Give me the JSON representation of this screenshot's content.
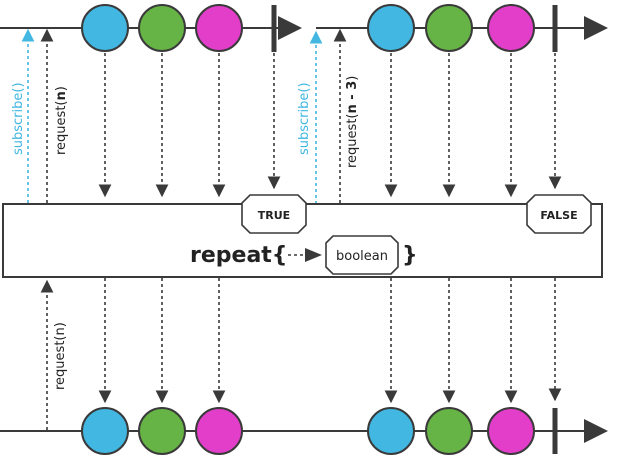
{
  "operator": {
    "name": "repeat{",
    "close": "}",
    "predicate": "boolean"
  },
  "decisions": {
    "first": "TRUE",
    "second": "FALSE"
  },
  "signals": {
    "subscribe_1": "subscribe()",
    "subscribe_2": "subscribe()",
    "request_1_prefix": "request(",
    "request_1_arg": "n",
    "request_1_suffix": ")",
    "request_2_prefix": "request(",
    "request_2_arg": "n - 3",
    "request_2_suffix": ")",
    "request_bottom": "request(n)"
  },
  "colors": {
    "blue": "#41b7e1",
    "green": "#66b445",
    "magenta": "#e33ec9",
    "line": "#3a3a3a",
    "subscribe": "#41b7e1"
  }
}
